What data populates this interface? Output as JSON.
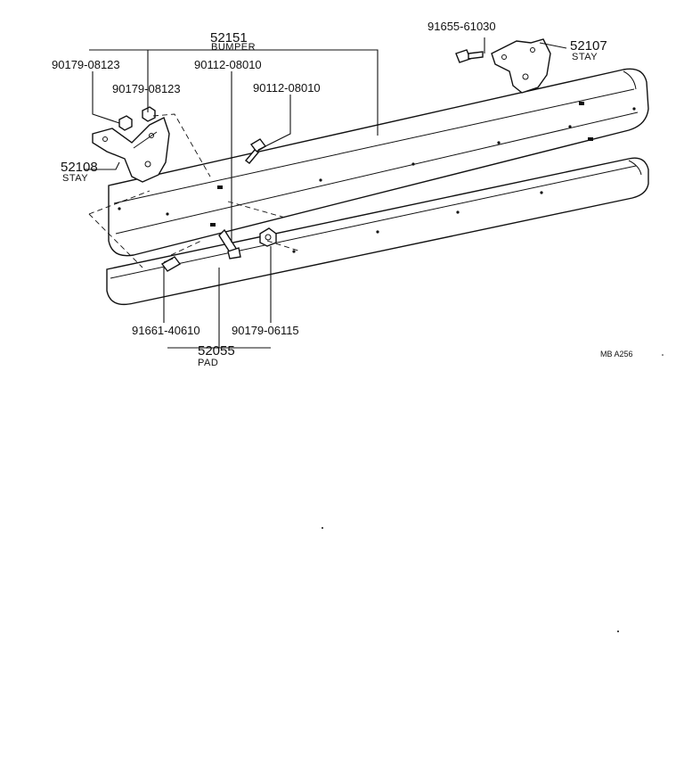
{
  "labels": {
    "bumper_no": "52151",
    "bumper_name": "BUMPER",
    "stay_left_no": "52108",
    "stay_left_name": "STAY",
    "stay_right_no": "52107",
    "stay_right_name": "STAY",
    "pad_no": "52055",
    "pad_name": "PAD",
    "nut_a": "90179-08123",
    "nut_b": "90179-08123",
    "bolt_a": "90112-08010",
    "bolt_b": "90112-08010",
    "bolt_c": "91655-61030",
    "screw_pad": "91661-40610",
    "nut_pad": "90179-06115",
    "ref_code": "MB  A256"
  }
}
